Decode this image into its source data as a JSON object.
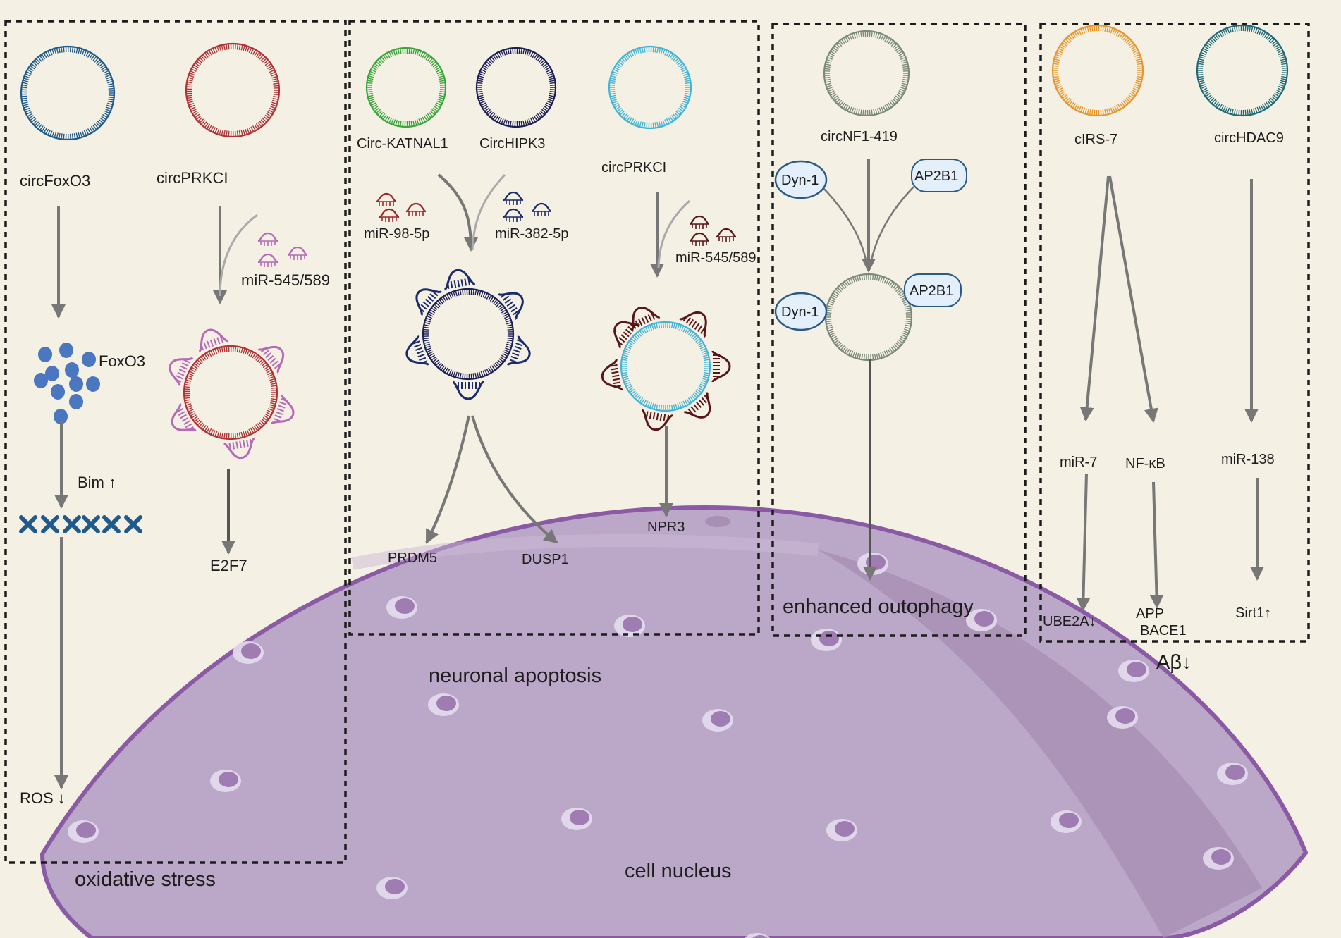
{
  "panels": {
    "oxidative": {
      "circ1": "circFoxO3",
      "circ2": "circPRKCI",
      "mirna": "miR-545/589",
      "protein": "FoxO3",
      "bim": "Bim ↑",
      "target": "E2F7",
      "ros": "ROS ↓",
      "title": "oxidative stress"
    },
    "apoptosis": {
      "circ1": "Circ-KATNAL1",
      "circ2": "CircHIPK3",
      "circ3": "circPRKCI",
      "mir1": "miR-98-5p",
      "mir2": "miR-382-5p",
      "mir3": "miR-545/589",
      "t1": "PRDM5",
      "t2": "DUSP1",
      "t3": "NPR3",
      "title": "neuronal apoptosis"
    },
    "autophagy": {
      "circ": "circNF1-419",
      "dyn": "Dyn-1",
      "ap2": "AP2B1",
      "title": "enhanced outophagy"
    },
    "abeta": {
      "circ1": "cIRS-7",
      "circ2": "circHDAC9",
      "m1": "miR-7",
      "m2": "NF-κB",
      "m3": "miR-138",
      "t1": "UBE2A↓",
      "t2a": "APP",
      "t2b": "BACE1",
      "t3": "Sirt1↑",
      "title": "Aβ↓"
    }
  },
  "nucleus": "cell nucleus",
  "colors": {
    "background": "#f4f0e4",
    "nucleus": "#bba8c8",
    "nucleus_edge": "#8a5aa5",
    "arrow": "#777777",
    "foxo3_circle": "#1f5a8a",
    "prkci_circle": "#b03236",
    "mirna_magenta": "#b56ab7",
    "katnal1_circle": "#3aa63a",
    "hipk3_circle": "#1b1f55",
    "prkci2_circle": "#44b4d6",
    "mirna_red": "#9a2a2a",
    "mirna_navy": "#1b2a6a",
    "mirna_brown": "#5a1518",
    "nf1_circle": "#7a8a7a",
    "irs7_circle": "#e8962a",
    "hdac9_circle": "#1f6a78",
    "protein_blue": "#4a77c0",
    "cross_blue": "#1f5a8a",
    "dyn_fill": "#e3effa",
    "dyn_edge": "#2a5a85"
  }
}
